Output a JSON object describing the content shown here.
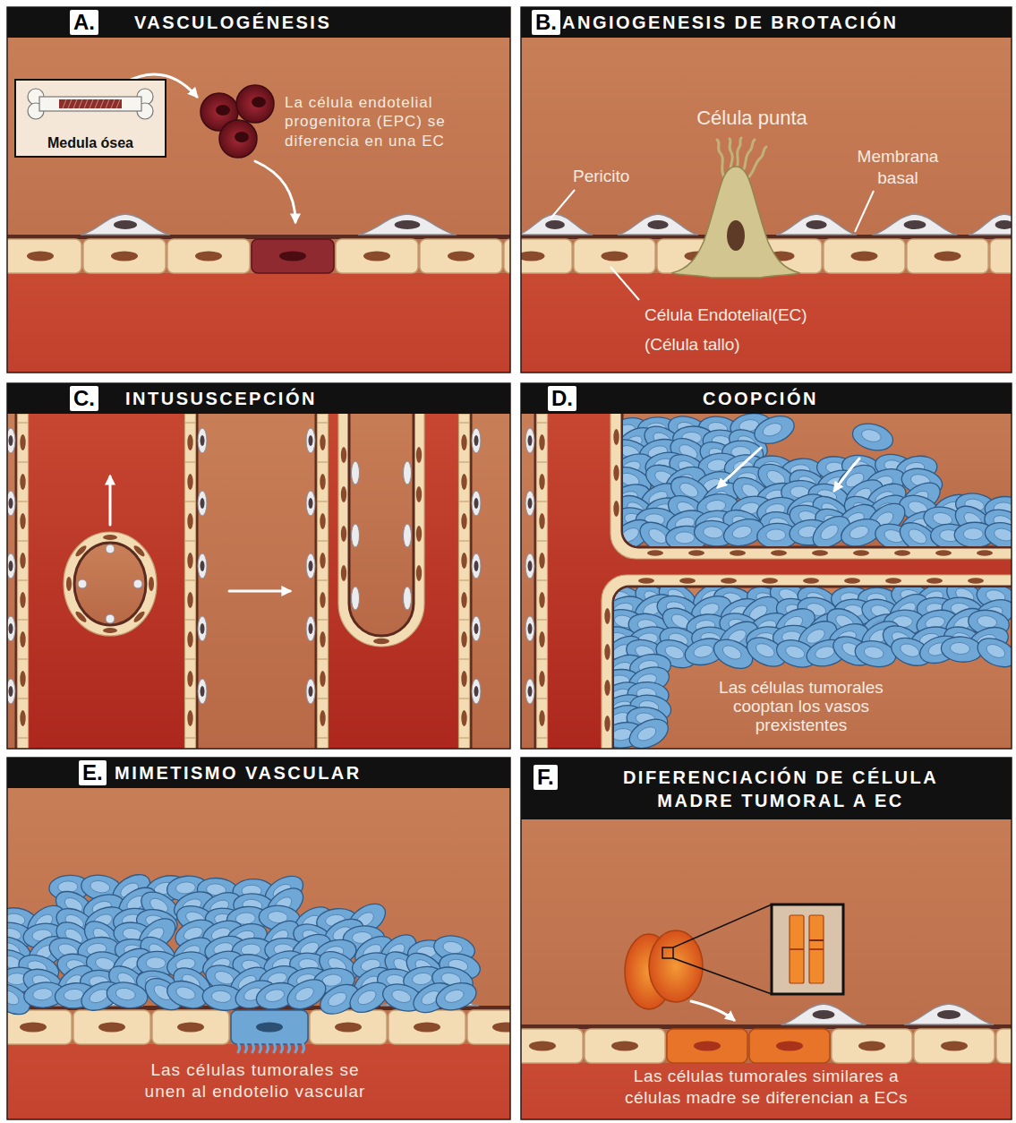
{
  "diagram": {
    "nodes": [
      {
        "text": [
          "A.",
          "VASCULOGÉNESIS"
        ]
      },
      {
        "text": [
          "Medula ósea"
        ],
        "in": 0
      },
      {
        "text": [
          "B.",
          "ANGIOGENESIS DE BROTACIÓN"
        ]
      },
      {
        "text": [
          "C.",
          "INTUSUSCEPCIÓN"
        ]
      },
      {
        "text": [
          "D.",
          "COOPCIÓN"
        ]
      },
      {
        "text": [
          "E.",
          "MIMETISMO VASCULAR"
        ]
      },
      {
        "text": [
          "F.",
          "DIFERENCIACIÓN DE CÉLULA MADRE TUMORAL A EC"
        ]
      }
    ],
    "labels": [
      "La célula endotelial progenitora (EPC) se diferencia en una EC",
      "Célula punta",
      "Pericito",
      "Membrana basal",
      "Célula Endotelial(EC)",
      "(Célula tallo)",
      "Las células tumorales cooptan los vasos prexistentes",
      "Las células tumorales se unen al endotelio vascular",
      "Las células tumorales similares a células madre se diferencian a ECs"
    ]
  }
}
